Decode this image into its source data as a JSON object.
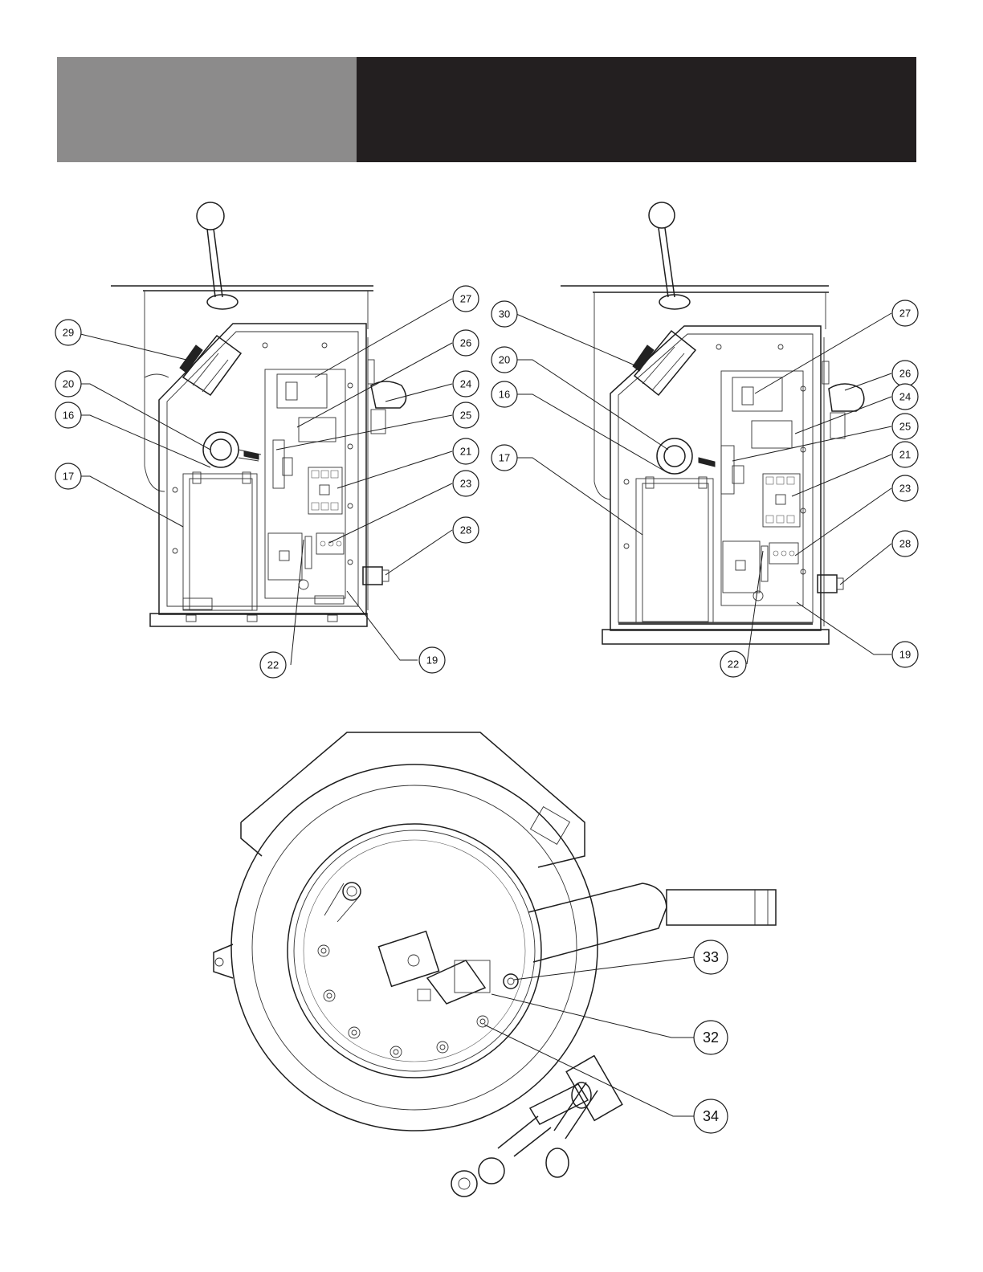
{
  "header": {
    "left_color": "#8c8b8b",
    "right_color": "#231f20"
  },
  "callouts": {
    "left_view": [
      "27",
      "29",
      "26",
      "20",
      "24",
      "16",
      "25",
      "21",
      "17",
      "23",
      "28",
      "22",
      "19"
    ],
    "right_view": [
      "27",
      "30",
      "20",
      "26",
      "24",
      "16",
      "25",
      "21",
      "17",
      "23",
      "28",
      "22",
      "19"
    ],
    "top_view": [
      "33",
      "32",
      "34"
    ]
  }
}
